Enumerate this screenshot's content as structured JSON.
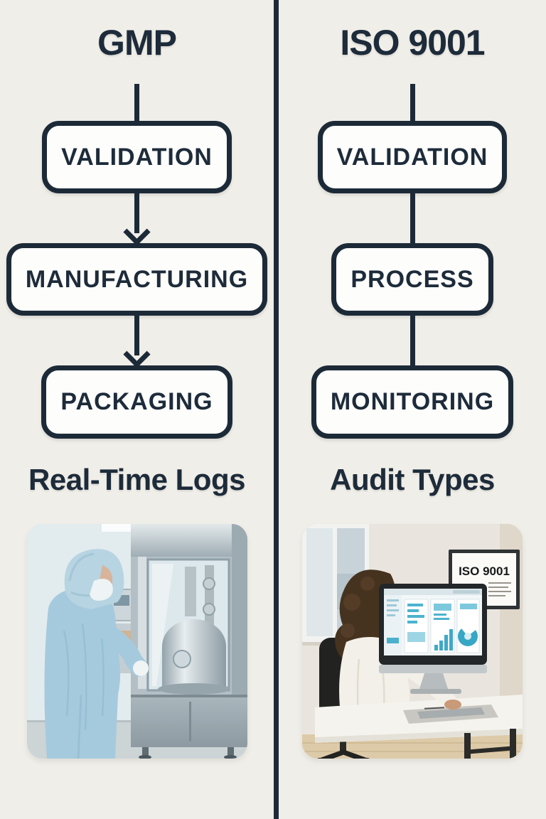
{
  "page": {
    "background_color": "#f0eee8",
    "ink_color": "#1c2a38",
    "box_fill": "#fdfdfb"
  },
  "left_column": {
    "title": "GMP",
    "steps": [
      "VALIDATION",
      "MANUFACTURING",
      "PACKAGING"
    ],
    "caption": "Real-Time Logs"
  },
  "right_column": {
    "title": "ISO 9001",
    "steps": [
      "VALIDATION",
      "PROCESS",
      "MONITORING"
    ],
    "caption": "Audit Types",
    "photo": {
      "sign_text": "ISO 9001"
    }
  }
}
